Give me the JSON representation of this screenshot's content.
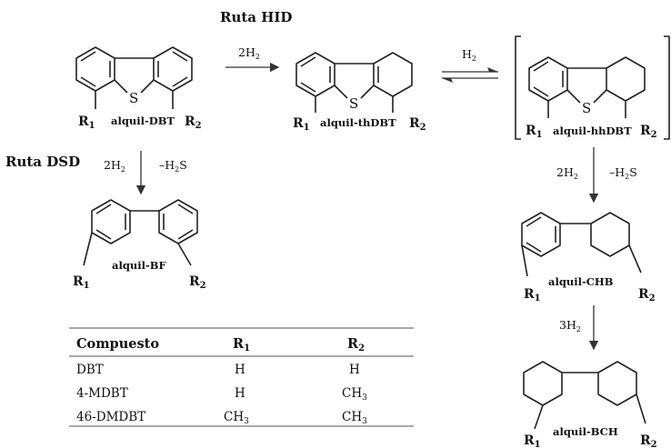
{
  "routes": {
    "hid": "Ruta HID",
    "dsd": "Ruta DSD"
  },
  "molecules": {
    "alquil_dbt": {
      "name": "alquil-DBT",
      "sulfur": "S"
    },
    "alquil_thdbt": {
      "name": "alquil-thDBT",
      "sulfur": "S"
    },
    "alquil_hhdbt": {
      "name": "alquil-hhDBT",
      "sulfur": "S"
    },
    "alquil_bf": {
      "name": "alquil-BF"
    },
    "alquil_chb": {
      "name": "alquil-CHB"
    },
    "alquil_bch": {
      "name": "alquil-BCH"
    }
  },
  "substituents": {
    "r": "R",
    "one": "1",
    "two": "2"
  },
  "reagents": {
    "h2_coef_2": "2H",
    "h2_coef_3": "3H",
    "h2": "H",
    "h2s": "–H",
    "h2s_tail": "S",
    "sub2": "2"
  },
  "table": {
    "headers": {
      "compound": "Compuesto",
      "r": "R"
    },
    "rows": [
      {
        "compound": "DBT",
        "r1": "H",
        "r2": "H"
      },
      {
        "compound": "4-MDBT",
        "r1": "H",
        "r2": "CH",
        "r2_sub": "3"
      },
      {
        "compound": "46-DMDBT",
        "r1": "CH",
        "r1_sub": "3",
        "r2": "CH",
        "r2_sub": "3"
      }
    ]
  },
  "colors": {
    "ink": "#111111",
    "line": "#222222",
    "background": "#ffffff"
  }
}
